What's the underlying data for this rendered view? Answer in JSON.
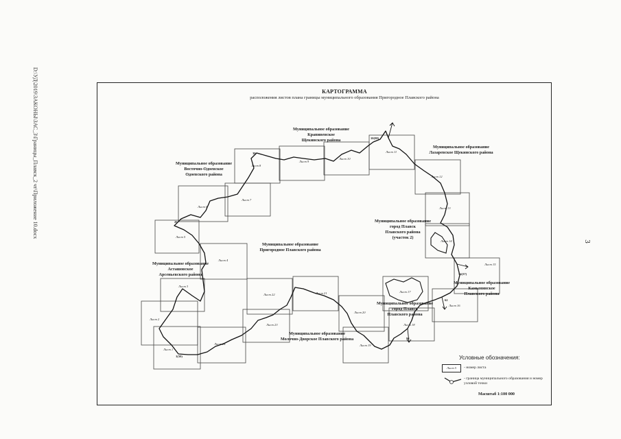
{
  "margin": {
    "stamp": "D:\\УД\\2019\\ЗАКОНЫ\\ЗАС_3\\Границы_Плавск_2 чт\\Приложение 10.docx",
    "page_number": "3"
  },
  "map": {
    "title": "КАРТОГРАММА",
    "subtitle": "расположения листов плана границы муниципального образования Пригородное Плавского района",
    "municipalities": [
      "Муниципальное образование\nКрапивенское\nЩекинского района",
      "Муниципальное образование\nЛазаревское Щекинского района",
      "Муниципальное образование\nВосточно-Одоевское\nОдоевского района",
      "Муниципальное образование\nгород Плавск\nПлавского района\n(участок 2)",
      "Муниципальное образование\nПригородное Плавского района",
      "Муниципальное образование\nАсташовское\nАрсеньевского района",
      "Муниципальное образование\nКамынинское\nПлавского района",
      "Муниципальное образование\nгород Плавск\nПлавского района",
      "Муниципальное образование\nМолочно-Дворское Плавского района"
    ],
    "sheets": [
      "Лист 1",
      "Лист 2",
      "Лист 3",
      "Лист 4",
      "Лист 5",
      "Лист 6",
      "Лист 7",
      "Лист 8",
      "Лист 9",
      "Лист 10",
      "Лист 11",
      "Лист 12",
      "Лист 13",
      "Лист 14",
      "Лист 15",
      "Лист 16",
      "Лист 17",
      "Лист 18",
      "Лист 19",
      "Лист 20",
      "Лист 21",
      "Лист 22",
      "Лист 23",
      "Лист 24"
    ],
    "nodes": [
      "1(50)",
      "10(98)",
      "30",
      "26",
      "54(37)",
      "62",
      "96"
    ]
  },
  "legend": {
    "title": "Условные обозначения:",
    "sheet_sample": "Лист 5",
    "sheet_desc": "- номер листа",
    "boundary_desc": "- граница муниципального образования и номер узловой точки",
    "scale": "Масштаб 1:100 000"
  }
}
